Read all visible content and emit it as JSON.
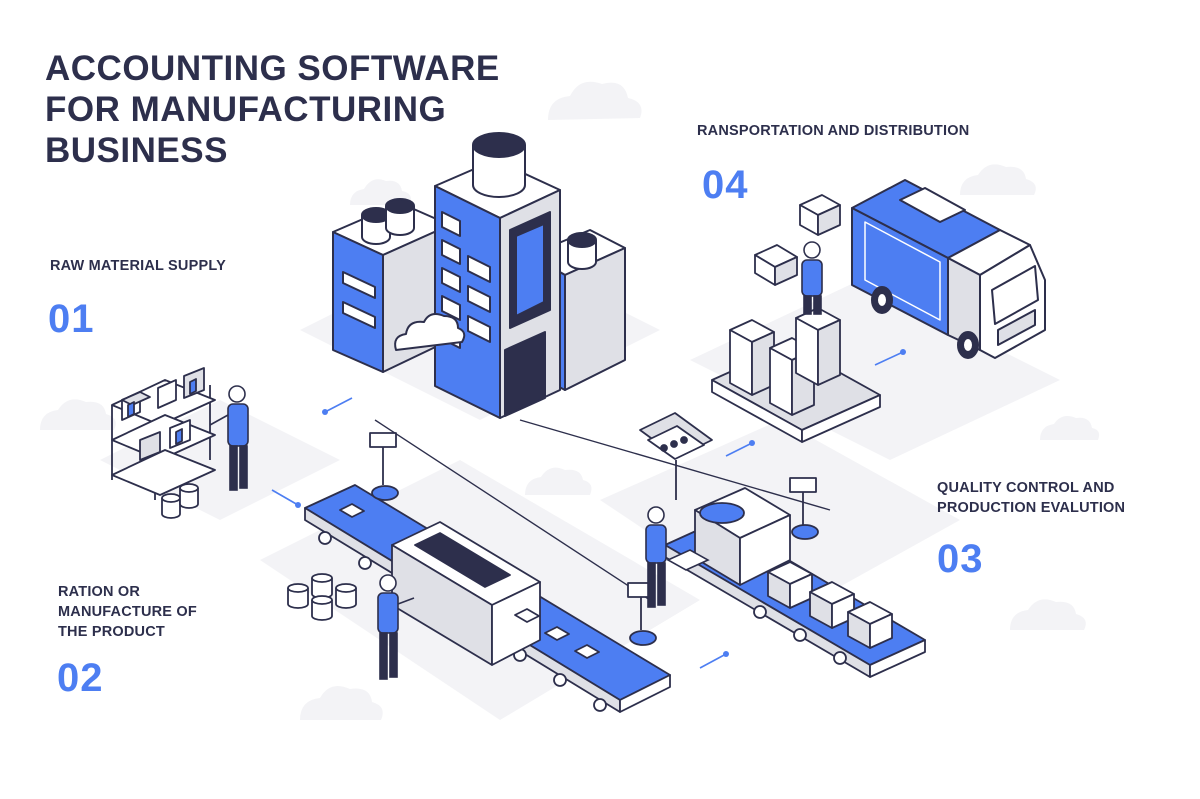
{
  "title_lines": [
    "ACCOUNTING SOFTWARE",
    "FOR MANUFACTURING",
    "BUSINESS"
  ],
  "steps": [
    {
      "number": "01",
      "label_lines": [
        "RAW MATERIAL SUPPLY"
      ]
    },
    {
      "number": "02",
      "label_lines": [
        "RATION OR",
        "MANUFACTURE OF",
        "THE PRODUCT"
      ]
    },
    {
      "number": "03",
      "label_lines": [
        "QUALITY CONTROL AND",
        "PRODUCTION EVALUTION"
      ]
    },
    {
      "number": "04",
      "label_lines": [
        "RANSPORTATION AND DISTRIBUTION"
      ]
    }
  ],
  "colors": {
    "accent": "#4d7ef2",
    "ink": "#2d2f4c",
    "panel": "#dfe0e6",
    "shadow": "#f3f3f6",
    "white": "#ffffff"
  },
  "icons": [
    "factory-building-icon",
    "warehouse-shelf-icon",
    "worker-icon",
    "conveyor-belt-icon",
    "delivery-truck-icon",
    "cardboard-box-icon",
    "cloud-icon"
  ]
}
